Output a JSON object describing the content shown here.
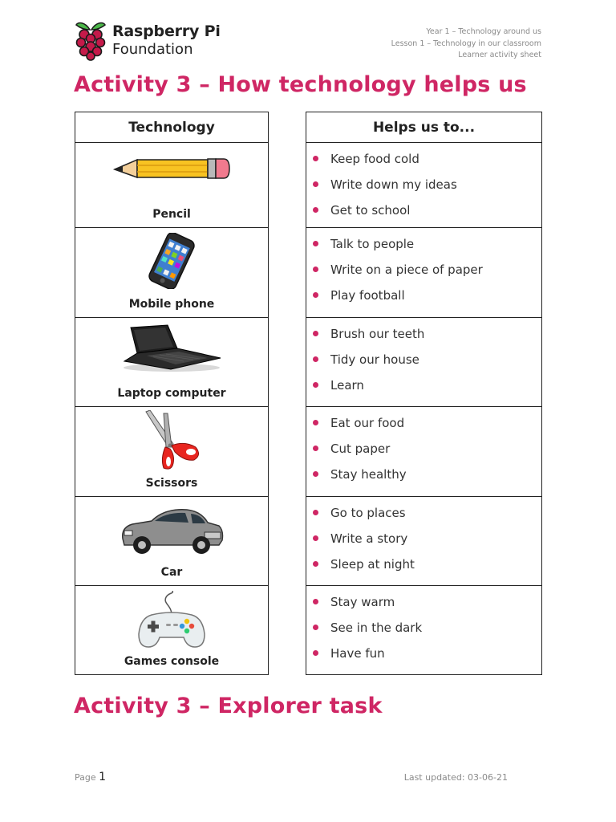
{
  "brand": {
    "name_line1": "Raspberry Pi",
    "name_line2": "Foundation",
    "accent_color": "#cf2664",
    "logo_icon": "raspberry-logo"
  },
  "meta": {
    "year": "Year 1 – Technology around us",
    "lesson": "Lesson 1 – Technology in our classroom",
    "sheet": "Learner activity sheet"
  },
  "activity_heading": "Activity 3 – How technology helps us",
  "technology_table": {
    "header": "Technology",
    "rows": [
      {
        "label": "Pencil",
        "icon": "pencil-icon"
      },
      {
        "label": "Mobile phone",
        "icon": "mobile-phone-icon"
      },
      {
        "label": "Laptop computer",
        "icon": "laptop-icon"
      },
      {
        "label": "Scissors",
        "icon": "scissors-icon"
      },
      {
        "label": "Car",
        "icon": "car-icon"
      },
      {
        "label": "Games console",
        "icon": "game-controller-icon"
      }
    ]
  },
  "helps_table": {
    "header": "Helps us to...",
    "rows": [
      [
        "Keep food cold",
        "Write down my ideas",
        "Get to school"
      ],
      [
        "Talk to people",
        "Write on a piece of paper",
        "Play football"
      ],
      [
        "Brush our teeth",
        "Tidy our house",
        "Learn"
      ],
      [
        "Eat our food",
        "Cut paper",
        "Stay healthy"
      ],
      [
        "Go to places",
        "Write a story",
        "Sleep at night"
      ],
      [
        "Stay warm",
        "See in the dark",
        "Have fun"
      ]
    ]
  },
  "explorer_heading": "Activity 3 – Explorer task",
  "footer": {
    "page_label": "Page",
    "page_number": "1",
    "last_updated": "Last updated: 03-06-21"
  }
}
